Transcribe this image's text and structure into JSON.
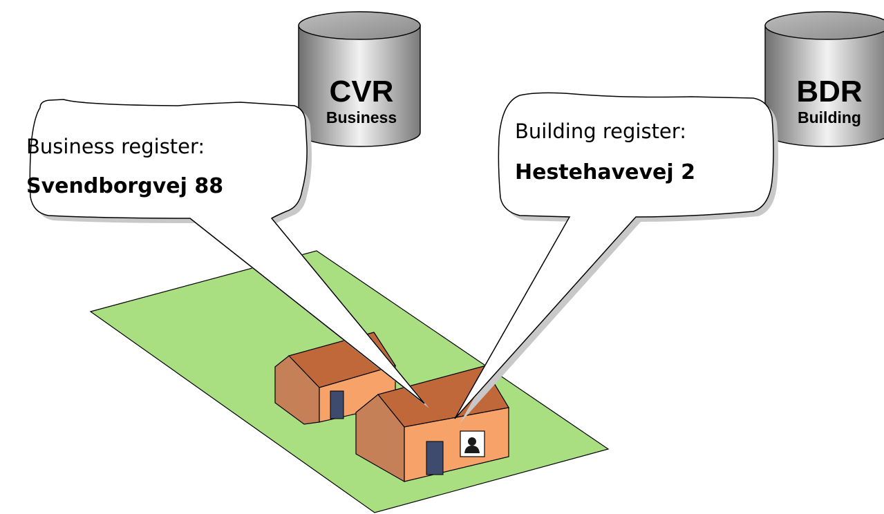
{
  "databases": {
    "cvr": {
      "code": "CVR",
      "label": "Business"
    },
    "bdr": {
      "code": "BDR",
      "label": "Building"
    }
  },
  "callouts": {
    "business": {
      "caption": "Business register:",
      "address": "Svendborgvej 88"
    },
    "building": {
      "caption": "Building register:",
      "address": "Hestehavevej 2"
    }
  },
  "colors": {
    "lawn": "#a9df80",
    "roof": "#c0683a",
    "wall": "#f6a268",
    "wall_side": "#c58058",
    "door": "#3e4a6e",
    "bubble_shadow": "#c8c8c8"
  }
}
